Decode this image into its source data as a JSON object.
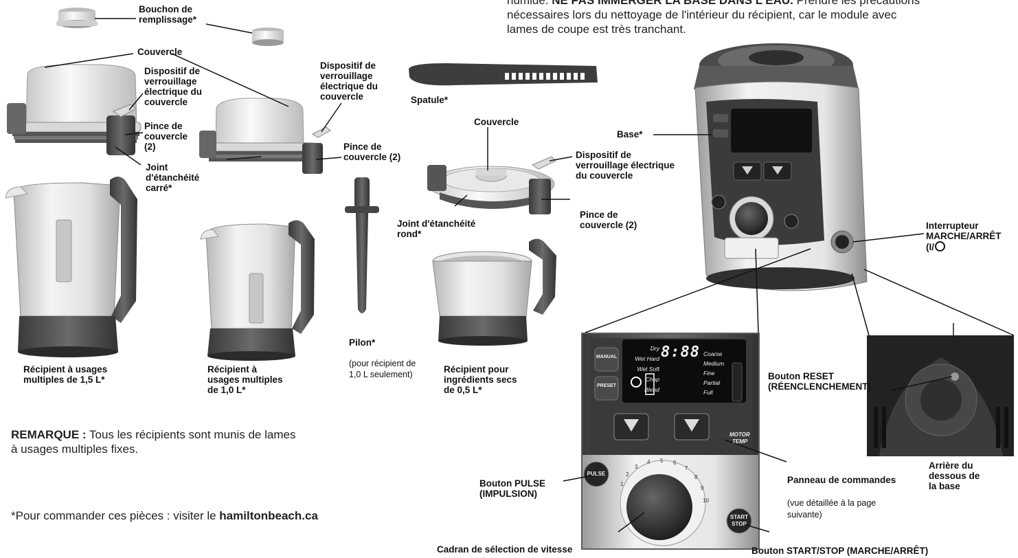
{
  "top_note": {
    "line1_prefix": "humide.",
    "line1_bold": "NE PAS IMMERGER LA BASE DANS L'EAU.",
    "line1_suffix": "Prendre les précautions",
    "line2": "nécessaires lors du nettoyage de l'intérieur du récipient, car le module avec",
    "line3": "lames de coupe est très tranchant."
  },
  "labels": {
    "bouchon": "Bouchon de\nremplissage*",
    "couvercle_1": "Couvercle",
    "dispositif_1": "Dispositif de\nverrouillage\nélectrique du\ncouvercle",
    "pince_1": "Pince de\ncouvercle\n(2)",
    "joint_carre": "Joint\nd'étanchéité\ncarré*",
    "dispositif_2": "Dispositif de\nverrouillage\nélectrique du\ncouvercle",
    "pince_2": "Pince de\ncouvercle (2)",
    "spatule": "Spatule*",
    "couvercle_2": "Couvercle",
    "dispositif_3": "Dispositif de\nverrouillage électrique\ndu couvercle",
    "joint_rond": "Joint d'étanchéité\nrond*",
    "pince_3": "Pince de\ncouvercle (2)",
    "pilon": "Pilon*",
    "pilon_sub": "(pour récipient de\n1,0 L seulement)",
    "recipient_15": "Récipient à usages\nmultiples de 1,5 L*",
    "recipient_10": "Récipient à\nusages multiples\nde 1,0 L*",
    "recipient_05": "Récipient pour\ningrédients secs\nde 0,5 L*",
    "base": "Base*",
    "interrupteur": "Interrupteur\nMARCHE/ARRÊT\n(I/",
    "reset": "Bouton RESET\n(RÉENCLENCHEMENT)",
    "arriere": "Arrière du\ndessous de\nla base",
    "panneau": "Panneau de commandes",
    "panneau_sub": "(vue détaillée à la page\nsuivante)",
    "pulse": "Bouton PULSE\n(IMPULSION)",
    "cadran": "Cadran de sélection de vitesse",
    "startstop": "Bouton START/STOP (MARCHE/ARRÊT)"
  },
  "remarque": {
    "bold": "REMARQUE :",
    "line1": "Tous les récipients sont munis de lames",
    "line2": "à usages multiples fixes."
  },
  "order": {
    "prefix": "*Pour commander ces pièces : visiter le",
    "site": "hamiltonbeach.ca"
  },
  "panel": {
    "manual": "MANUAL",
    "preset": "PRESET",
    "pulse": "PULSE",
    "start": "START",
    "stop": "STOP",
    "motor": "MOTOR",
    "temp": "TEMP",
    "display": "8:88",
    "left_modes": [
      "Dry",
      "Wet Hard",
      "Wet Soft",
      "Chop",
      "Blend"
    ],
    "right_modes": [
      "Coarse",
      "Medium",
      "Fine",
      "Partial",
      "Full"
    ],
    "dial_numbers": [
      "1",
      "2",
      "3",
      "4",
      "5",
      "6",
      "7",
      "8",
      "9",
      "10"
    ]
  },
  "icons": [
    "power-icon",
    "arrow-down-icon"
  ]
}
